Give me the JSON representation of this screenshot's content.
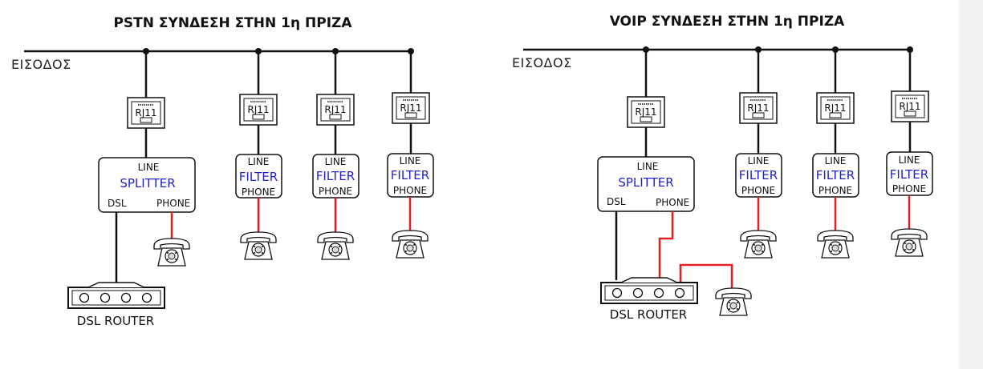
{
  "colors": {
    "wire": "#111111",
    "phone_wire": "#e02020",
    "accent_text": "#2222cc"
  },
  "left": {
    "title": "PSTN ΣΥΝΔΕΣΗ ΣΤΗΝ 1η ΠΡΙΖΑ",
    "input_label": "ΕΙΣΟΔΟΣ",
    "rj11": [
      "RJ11",
      "RJ11",
      "RJ11",
      "RJ11"
    ],
    "splitter": {
      "line": "LINE",
      "name": "SPLITTER",
      "dsl": "DSL",
      "phone": "PHONE"
    },
    "filters": [
      {
        "line": "LINE",
        "name": "FILTER",
        "phone": "PHONE"
      },
      {
        "line": "LINE",
        "name": "FILTER",
        "phone": "PHONE"
      },
      {
        "line": "LINE",
        "name": "FILTER",
        "phone": "PHONE"
      }
    ],
    "router_label": "DSL ROUTER"
  },
  "right": {
    "title": "VOIP ΣΥΝΔΕΣΗ ΣΤΗΝ 1η ΠΡΙΖΑ",
    "input_label": "ΕΙΣΟΔΟΣ",
    "rj11": [
      "RJ11",
      "RJ11",
      "RJ11",
      "RJ11"
    ],
    "splitter": {
      "line": "LINE",
      "name": "SPLITTER",
      "dsl": "DSL",
      "phone": "PHONE"
    },
    "filters": [
      {
        "line": "LINE",
        "name": "FILTER",
        "phone": "PHONE"
      },
      {
        "line": "LINE",
        "name": "FILTER",
        "phone": "PHONE"
      },
      {
        "line": "LINE",
        "name": "FILTER",
        "phone": "PHONE"
      }
    ],
    "router_label": "DSL ROUTER"
  }
}
